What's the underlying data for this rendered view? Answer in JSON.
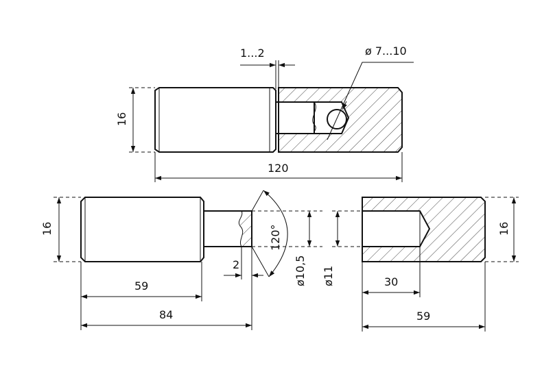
{
  "dimensions": {
    "top_gap": "1...2",
    "top_ball": "ø 7...10",
    "top_height": "16",
    "top_length": "120",
    "pin_height": "16",
    "pin_angle": "120°",
    "pin_small": "2",
    "pin_dia_a": "ø10,5",
    "pin_dia_b": "ø11",
    "pin_body_len": "59",
    "pin_total_len": "84",
    "sleeve_hole_depth": "30",
    "sleeve_len": "59",
    "sleeve_height": "16"
  }
}
